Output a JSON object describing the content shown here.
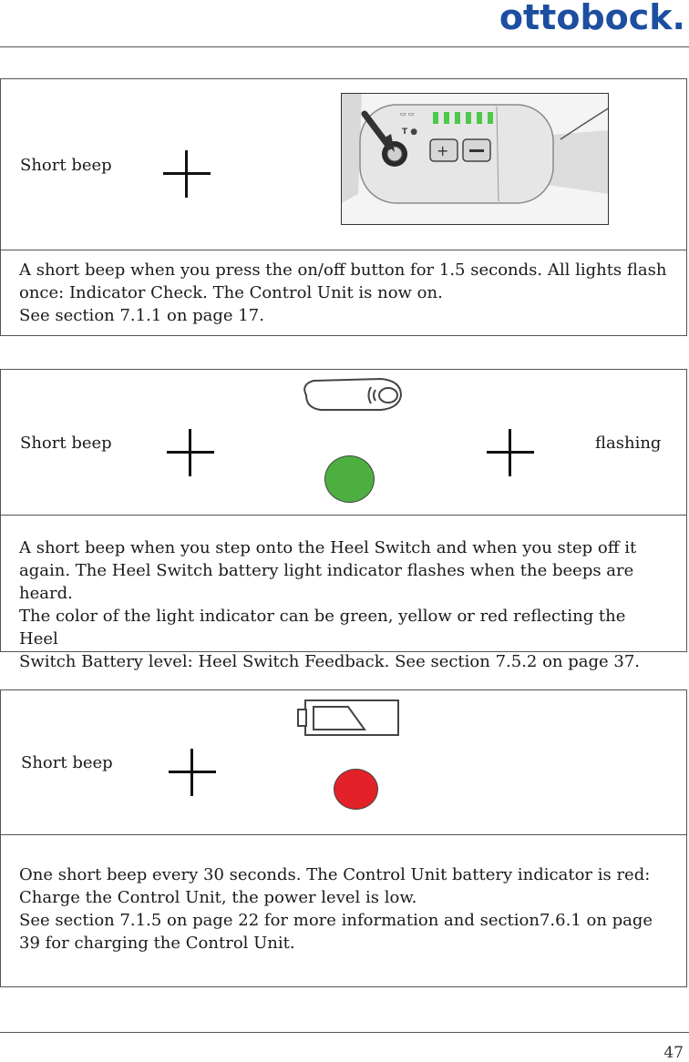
{
  "header": {
    "logo_text": "ottobock."
  },
  "sections": [
    {
      "label": "Short beep",
      "text_lines": [
        "A short beep when you press the on/off button for 1.5 seconds. All lights flash",
        "once:  Indicator Check. The Control Unit is now on.",
        "See section 7.1.1 on page 17."
      ]
    },
    {
      "label": "Short beep",
      "right_label": "flashing",
      "indicator_color": "#4caf3f",
      "text_lines": [
        "A short beep when you step onto the Heel Switch and when you step off it",
        "again. The Heel Switch battery light indicator flashes when the beeps are heard.",
        "The color of the light indicator can be green, yellow or red reflecting the Heel",
        "Switch Battery level:  Heel Switch Feedback. See section 7.5.2 on page 37."
      ]
    },
    {
      "label": "Short beep",
      "indicator_color": "#e32128",
      "text_lines": [
        "One short beep every 30 seconds. The Control Unit battery indicator is red:",
        "Charge the Control Unit, the power level is low.",
        "See section 7.1.5 on page 22 for more information and section7.6.1 on page",
        "39 for charging the Control Unit."
      ]
    }
  ],
  "footer": {
    "page_number": "47"
  }
}
